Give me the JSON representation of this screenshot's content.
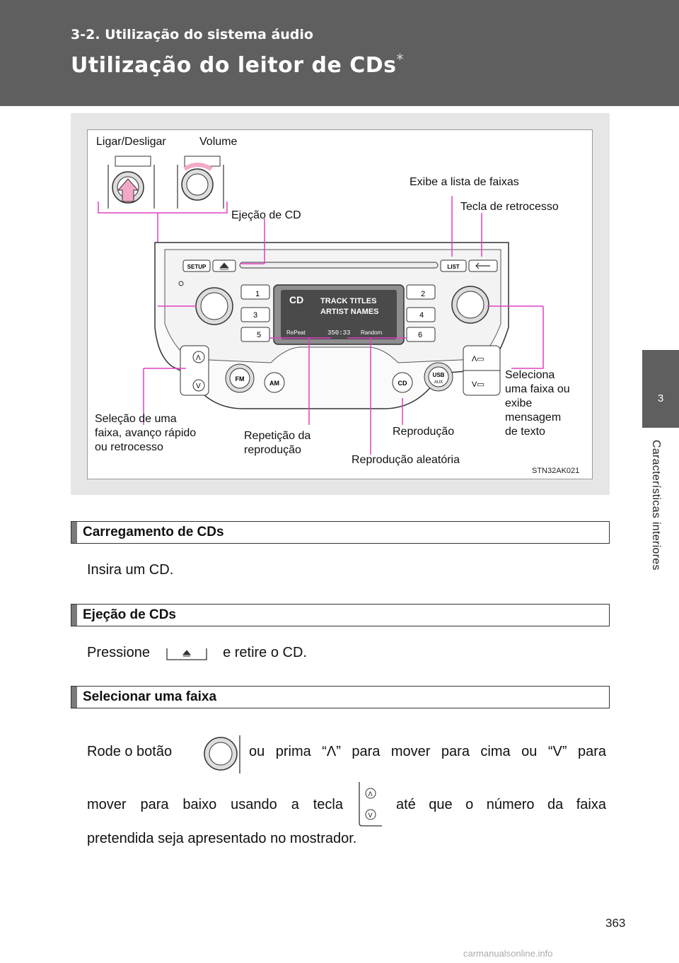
{
  "header": {
    "section": "3-2. Utilização do sistema áudio",
    "title": "Utilização do leitor de CDs",
    "title_mark": "*"
  },
  "side_tab": {
    "number": "3",
    "label": "Características interiores"
  },
  "figure": {
    "code": "STN32AK021",
    "callouts": {
      "power": "Ligar/Desligar",
      "volume": "Volume",
      "eject": "Ejeção de CD",
      "list": "Exibe a lista de faixas",
      "back": "Tecla de retrocesso",
      "seek": [
        "Seleção de uma",
        "faixa, avanço rápido",
        "ou retrocesso"
      ],
      "repeat": [
        "Repetição da",
        "reprodução"
      ],
      "random": "Reprodução aleatória",
      "play": "Reprodução",
      "select": [
        "Seleciona",
        "uma faixa ou",
        "exibe",
        "mensagem",
        "de texto"
      ]
    },
    "unit": {
      "setup": "SETUP",
      "list": "LIST",
      "fm": "FM",
      "am": "AM",
      "cd": "CD",
      "usb": "USB",
      "aux": "AUX",
      "presets": [
        "1",
        "2",
        "3",
        "4",
        "5",
        "6"
      ],
      "display": {
        "cd": "CD",
        "track_titles": "TRACK TITLES",
        "artist_names": "ARTIST NAMES",
        "repeat": "RePeat",
        "time": "350:33",
        "random": "Random"
      }
    }
  },
  "sections": [
    {
      "title": "Carregamento de CDs",
      "body": "Insira um CD."
    },
    {
      "title": "Ejeção de CDs",
      "body_before": "Pressione",
      "body_after": "e retire o CD."
    },
    {
      "title": "Selecionar uma faixa",
      "line1_before": "Rode o botão",
      "line1_after": "ou prima “Λ” para mover para cima ou “V” para",
      "line2_before": "mover para baixo usando a tecla",
      "line2_after": "até que o número da faixa",
      "line3": "pretendida seja apresentado no mostrador."
    }
  ],
  "page_number": "363",
  "watermark": "carmanualsonline.info",
  "colors": {
    "header_bg": "#5f5f5f",
    "callout_line": "#e040c0",
    "figure_bg": "#e6e6e6"
  }
}
